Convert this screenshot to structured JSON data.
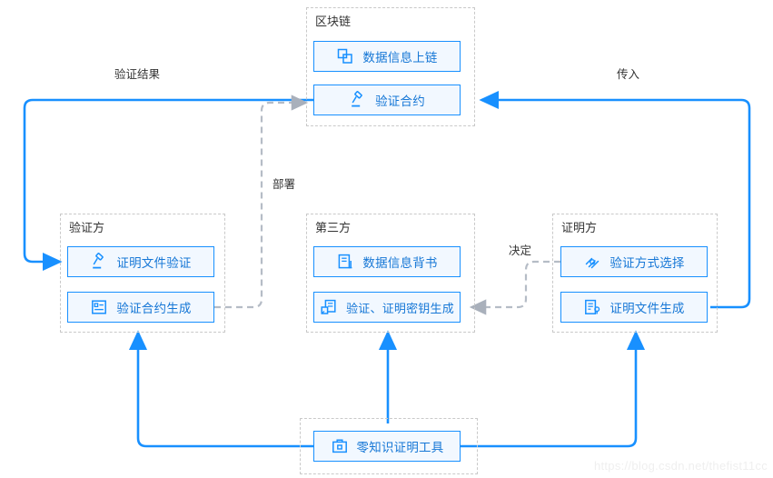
{
  "diagram": {
    "type": "flow-diagram",
    "title_watermark": "https://blog.csdn.net/thefist11cc",
    "accent_color": "#1890ff",
    "node_fill": "#f2f8ff",
    "node_text_color": "#1677d6",
    "group_border_color": "#c9c9c9",
    "dashed_edge_color": "#b5bcc6"
  },
  "groups": [
    {
      "id": "blockchain",
      "title": "区块链"
    },
    {
      "id": "verifier",
      "title": "验证方"
    },
    {
      "id": "thirdparty",
      "title": "第三方"
    },
    {
      "id": "prover",
      "title": "证明方"
    },
    {
      "id": "tool",
      "title": ""
    }
  ],
  "nodes": [
    {
      "id": "n1",
      "group": "blockchain",
      "label": "数据信息上链",
      "icon": "layers-icon"
    },
    {
      "id": "n2",
      "group": "blockchain",
      "label": "验证合约",
      "icon": "gavel-icon"
    },
    {
      "id": "n3",
      "group": "verifier",
      "label": "证明文件验证",
      "icon": "gavel-icon"
    },
    {
      "id": "n4",
      "group": "verifier",
      "label": "验证合约生成",
      "icon": "contract-icon"
    },
    {
      "id": "n5",
      "group": "thirdparty",
      "label": "数据信息背书",
      "icon": "bank-icon"
    },
    {
      "id": "n6",
      "group": "thirdparty",
      "label": "验证、证明密钥生成",
      "icon": "key-server-icon"
    },
    {
      "id": "n7",
      "group": "prover",
      "label": "验证方式选择",
      "icon": "branch-icon"
    },
    {
      "id": "n8",
      "group": "prover",
      "label": "证明文件生成",
      "icon": "document-key-icon"
    },
    {
      "id": "n9",
      "group": "tool",
      "label": "零知识证明工具",
      "icon": "toolbox-icon"
    }
  ],
  "edges": [
    {
      "id": "e1",
      "label": "验证结果",
      "style": "solid",
      "from": "n2",
      "to": "n3"
    },
    {
      "id": "e2",
      "label": "传入",
      "style": "solid",
      "from": "n8",
      "to": "n2"
    },
    {
      "id": "e3",
      "label": "部署",
      "style": "dashed",
      "from": "n4",
      "to": "n2"
    },
    {
      "id": "e4",
      "label": "决定",
      "style": "dashed",
      "from": "n7",
      "to": "n6"
    },
    {
      "id": "e5",
      "label": "",
      "style": "solid",
      "from": "n9",
      "to": "n4"
    },
    {
      "id": "e6",
      "label": "",
      "style": "solid",
      "from": "n9",
      "to": "n6"
    },
    {
      "id": "e7",
      "label": "",
      "style": "solid",
      "from": "n9",
      "to": "n8"
    }
  ]
}
